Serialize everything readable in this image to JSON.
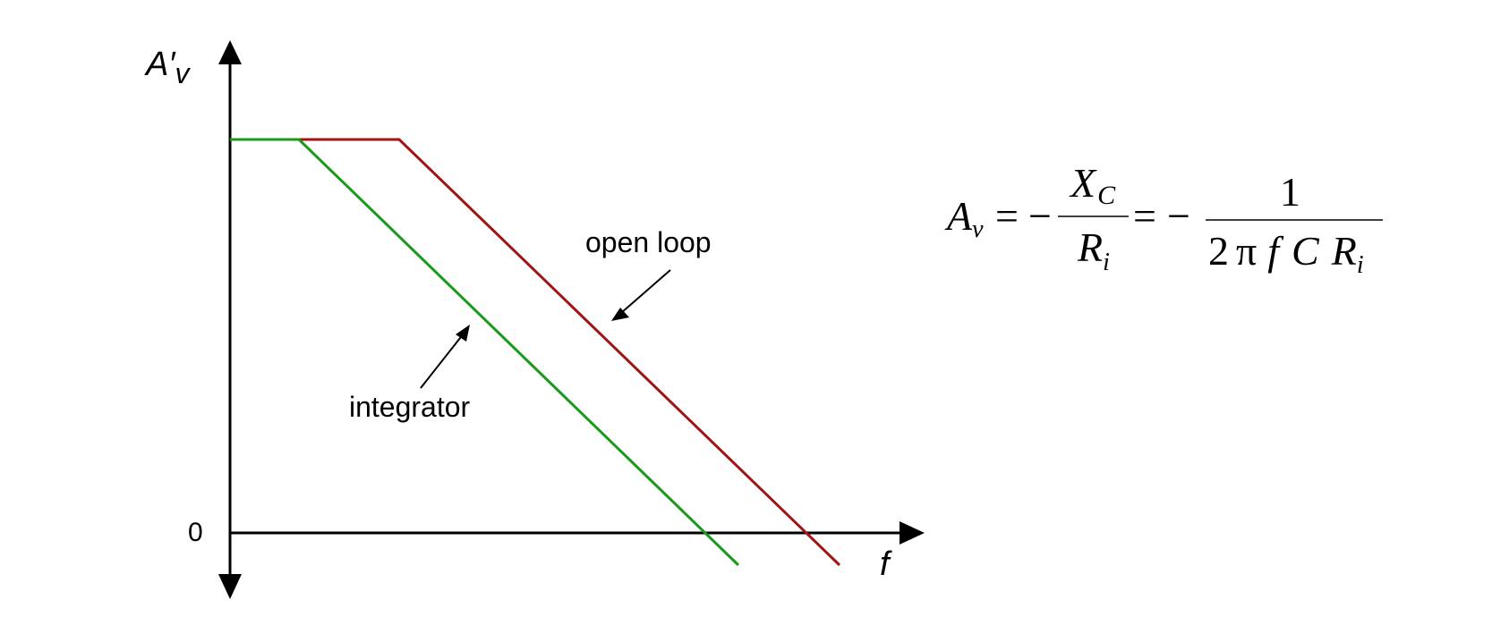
{
  "axes": {
    "y_label_main": "A",
    "y_label_prime": "′",
    "y_label_sub": "v",
    "x_label": "f",
    "origin_label": "0"
  },
  "curves": {
    "open_loop": {
      "label": "open loop",
      "color": "#a01414"
    },
    "integrator": {
      "label": "integrator",
      "color": "#1a9a1a"
    }
  },
  "formula": {
    "lhs_symbol": "A",
    "lhs_subscript": "v",
    "equals_1": "=",
    "minus_1": "−",
    "frac1_num_symbol": "X",
    "frac1_num_subscript": "C",
    "frac1_den_symbol": "R",
    "frac1_den_subscript": "i",
    "equals_2": "=",
    "minus_2": "−",
    "frac2_num": "1",
    "frac2_den_two": "2",
    "frac2_den_pi": "π",
    "frac2_den_f": "f",
    "frac2_den_c": "C",
    "frac2_den_r": "R",
    "frac2_den_r_subscript": "i"
  }
}
